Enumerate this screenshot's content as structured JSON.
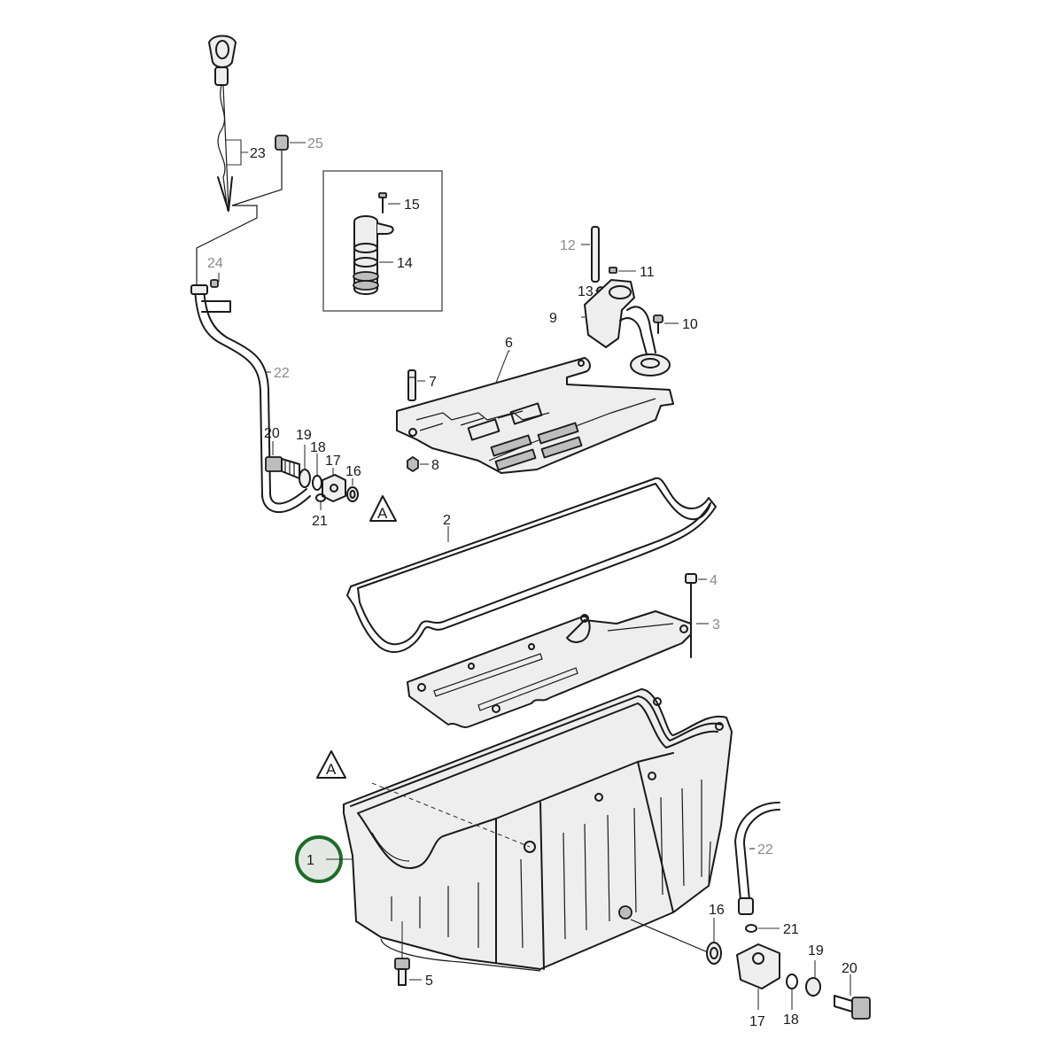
{
  "callouts": {
    "c1": "1",
    "c2": "2",
    "c3": "3",
    "c4": "4",
    "c5": "5",
    "c6": "6",
    "c7": "7",
    "c8": "8",
    "c9": "9",
    "c10": "10",
    "c11": "11",
    "c12": "12",
    "c13": "13",
    "c14": "14",
    "c15": "15",
    "c16a": "16",
    "c16b": "16",
    "c17a": "17",
    "c17b": "17",
    "c18a": "18",
    "c18b": "18",
    "c19a": "19",
    "c19b": "19",
    "c20a": "20",
    "c20b": "20",
    "c21a": "21",
    "c21b": "21",
    "c22a": "22",
    "c22b": "22",
    "c23": "23",
    "c24": "24",
    "c25": "25"
  },
  "reference_marks": {
    "top": "A",
    "bottom": "A"
  },
  "colors": {
    "highlight_ring": "#1f6b2a",
    "highlight_fill": "#e3e8e3",
    "grey_label": "#8a8a8a"
  }
}
